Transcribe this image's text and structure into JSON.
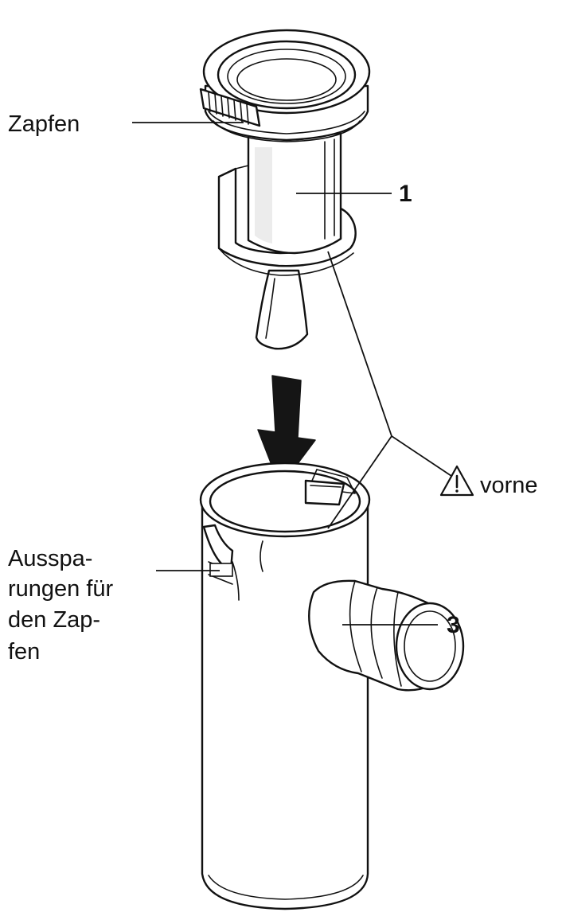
{
  "labels": {
    "zapfen": "Zapfen",
    "part1": "1",
    "vorne": "vorne",
    "aussparungen_line1": "Ausspa-",
    "aussparungen_line2": "rungen für",
    "aussparungen_line3": "den Zap-",
    "aussparungen_line4": "fen",
    "part3": "3"
  },
  "icons": {
    "warning": "warning-triangle-icon",
    "arrow": "down-arrow-icon"
  }
}
